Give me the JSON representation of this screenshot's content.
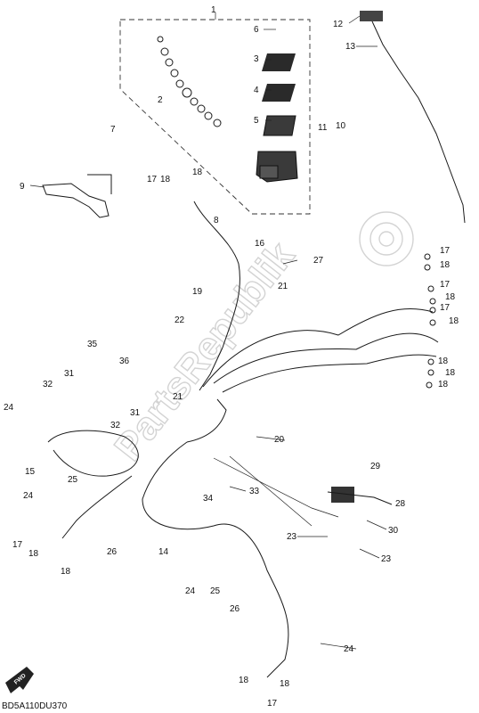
{
  "diagram": {
    "reference_code": "BD5A110DU370",
    "direction_label": "FWD",
    "watermark": "PartsRepublik",
    "callouts": [
      "1",
      "2",
      "3",
      "4",
      "5",
      "6",
      "7",
      "8",
      "9",
      "10",
      "11",
      "12",
      "13",
      "16",
      "17",
      "18",
      "19",
      "20",
      "21",
      "22",
      "23",
      "24",
      "25",
      "26",
      "27",
      "28",
      "29",
      "30",
      "31",
      "32",
      "33",
      "34",
      "35",
      "36",
      "14",
      "15"
    ]
  }
}
